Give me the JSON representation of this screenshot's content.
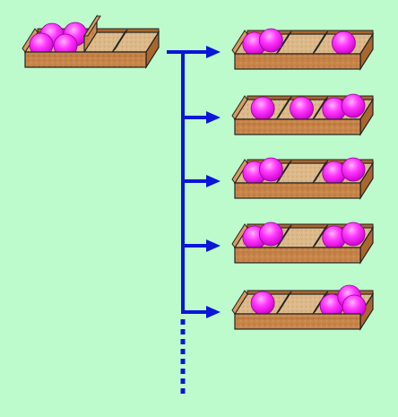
{
  "colors": {
    "background": "#bdfbcd",
    "flow": "#0a16d8",
    "wood": "#c8854a",
    "wood_dark": "#a9662f",
    "wood_light": "#d89b60",
    "inner": "#dcb98a",
    "ball": "#ff36ff",
    "ball_light": "#ffb3ff",
    "outline": "#222222"
  },
  "diagram": {
    "source_tray": {
      "left_balls": 4,
      "right_balls": 0,
      "has_vertical_divider": true
    },
    "result_trays": [
      {
        "compartment_balls": [
          2,
          0,
          1
        ]
      },
      {
        "compartment_balls": [
          1,
          1,
          2
        ]
      },
      {
        "compartment_balls": [
          2,
          0,
          2
        ]
      },
      {
        "compartment_balls": [
          2,
          0,
          2
        ]
      },
      {
        "compartment_balls": [
          1,
          0,
          3
        ]
      }
    ],
    "continues_below": true
  }
}
